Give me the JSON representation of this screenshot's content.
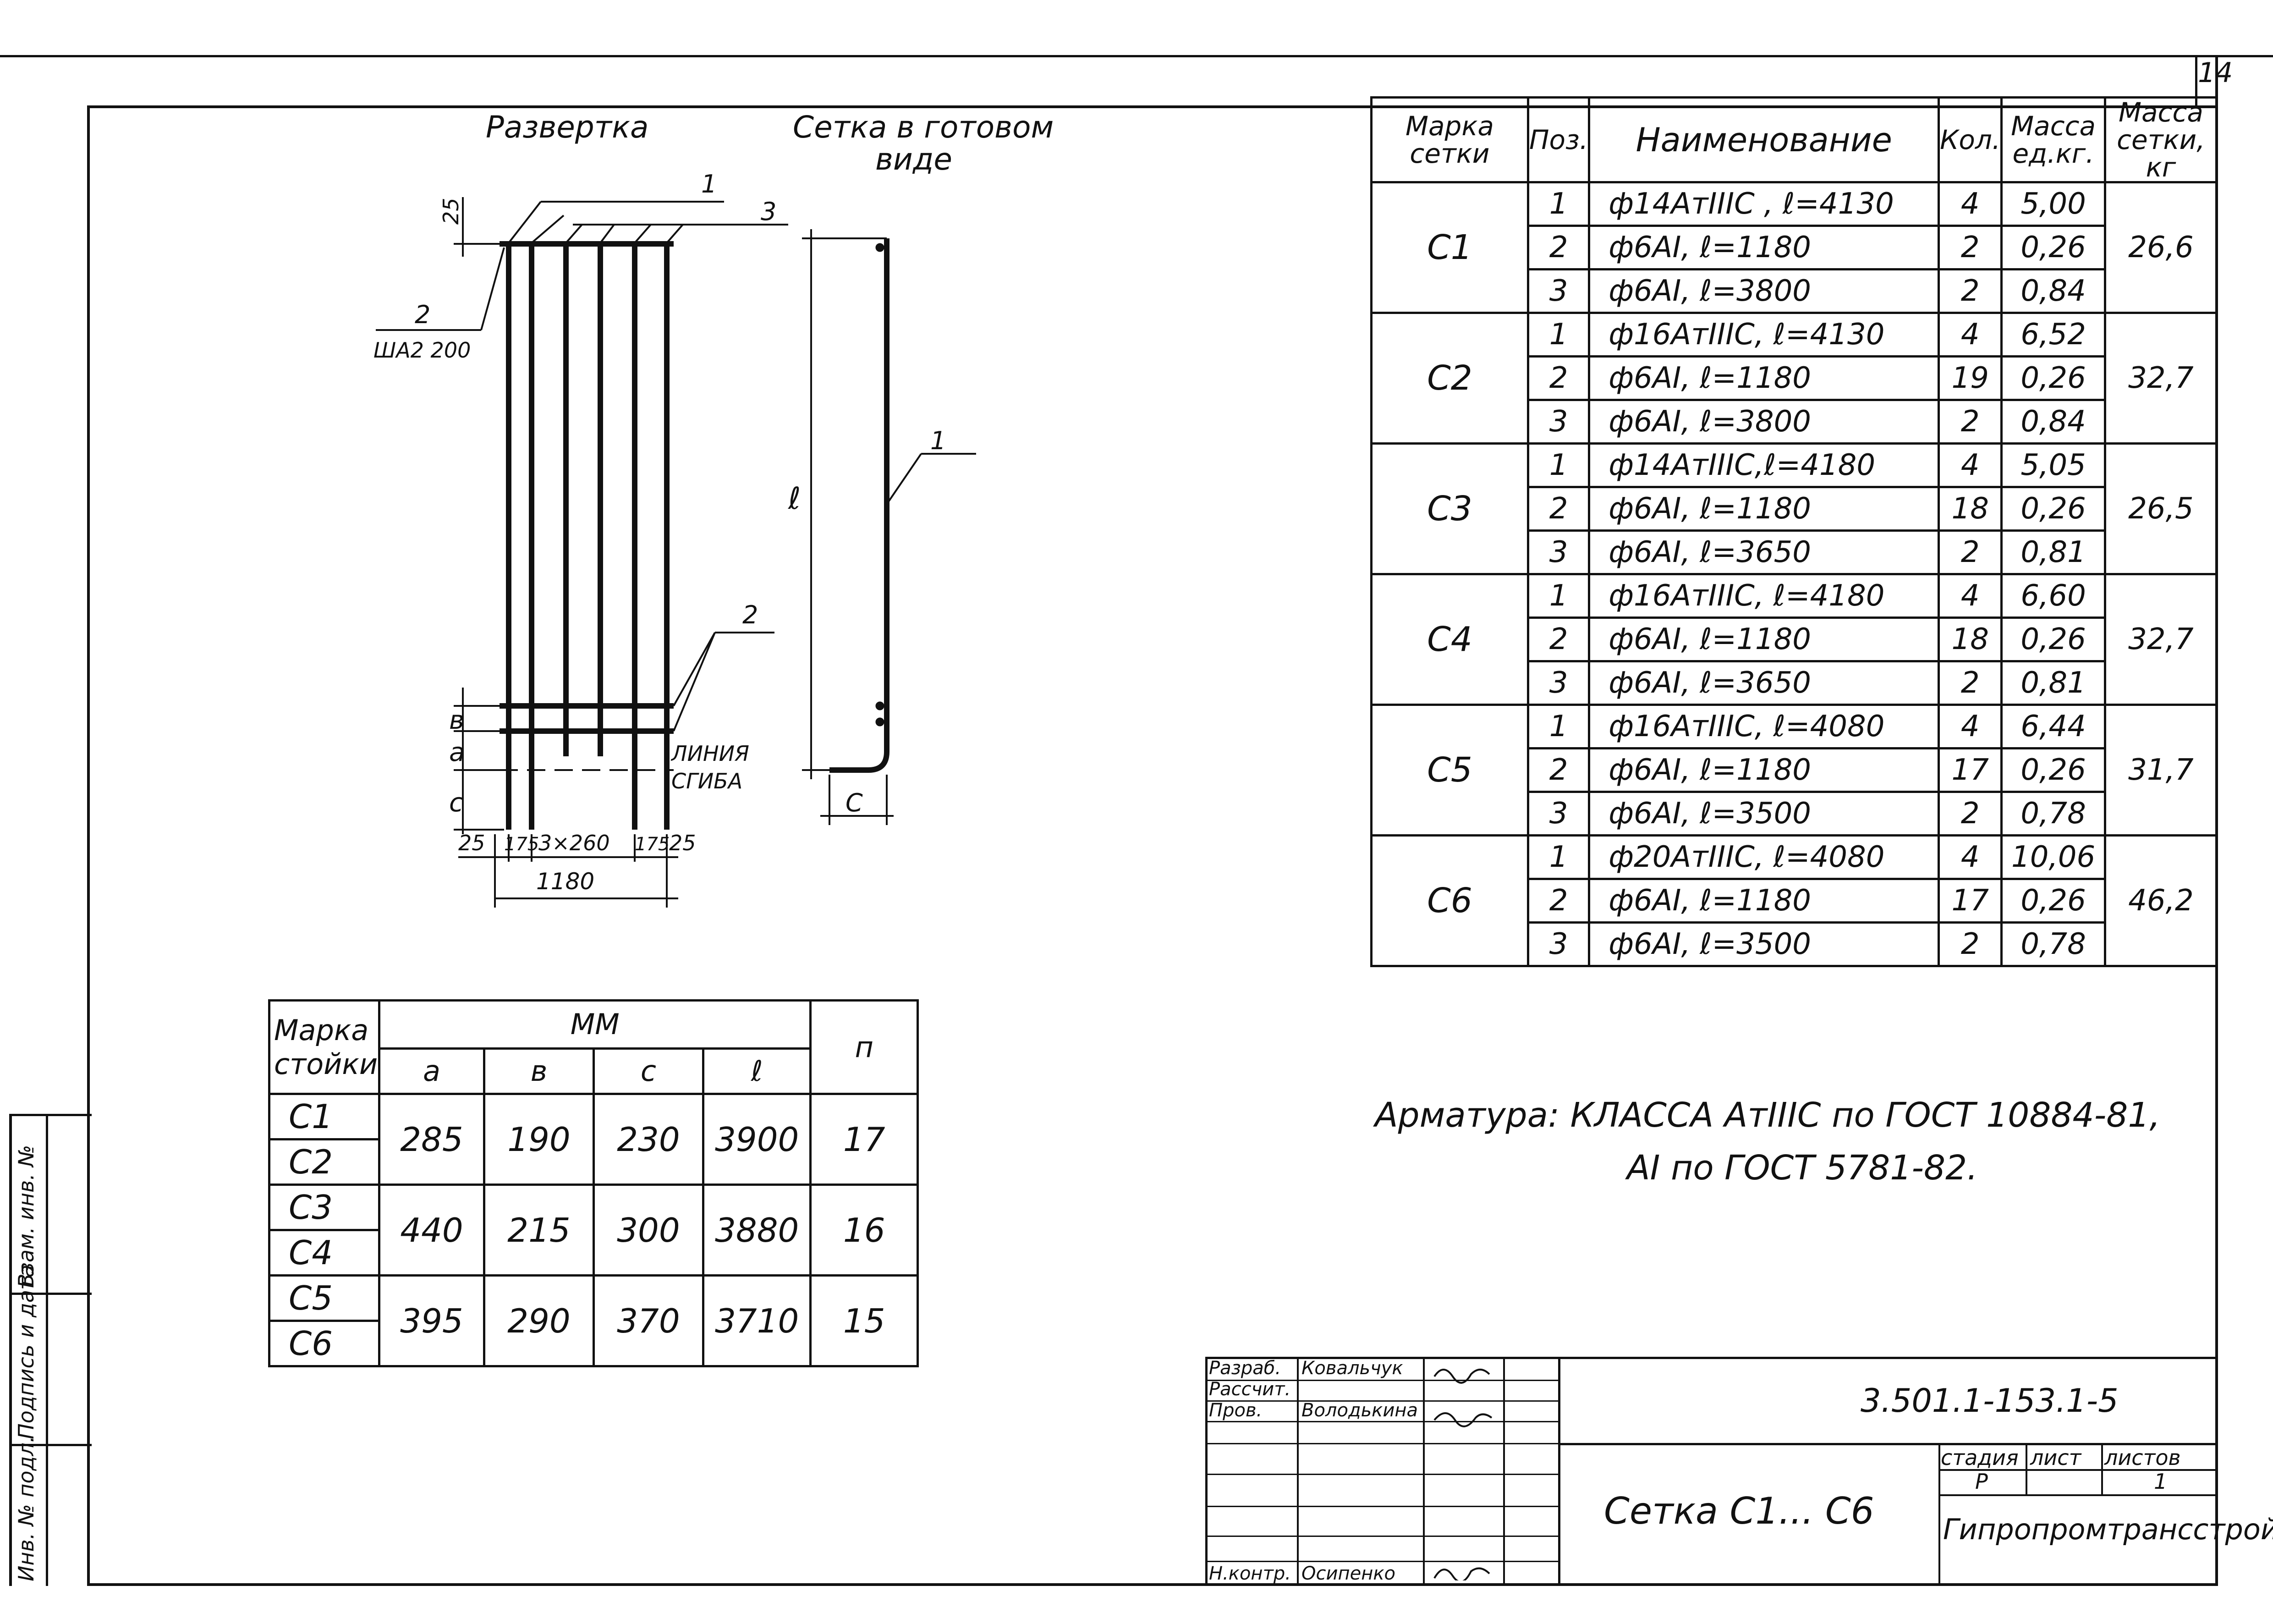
{
  "sheet": {
    "page_number": "14"
  },
  "drawing": {
    "razvertka_label": "Развертка",
    "setka_label_1": "Сетка в готовом",
    "setka_label_2": "виде",
    "callout_1": "1",
    "callout_2": "2",
    "callout_3": "3",
    "step_label": "ША2 200",
    "dim_25_top": "25",
    "dim_a": "а",
    "dim_b": "в",
    "dim_c": "с",
    "dim_l": "ℓ",
    "dim_C": "С",
    "bend_line_1": "ЛИНИЯ",
    "bend_line_2": "СГИБА",
    "dim_bottom_25a": "25",
    "dim_bottom_175a": "175",
    "dim_bottom_mid": "3×260",
    "dim_bottom_175b": "175",
    "dim_bottom_25b": "25",
    "dim_total": "1180"
  },
  "spec_table": {
    "headers": {
      "mark": "Марка сетки",
      "pos": "Поз.",
      "name": "Наименование",
      "qty": "Кол.",
      "mass_unit": "Масса ед.кг.",
      "mass_total": "Масса сетки, кг"
    },
    "groups": [
      {
        "mark": "С1",
        "total": "26,6",
        "rows": [
          {
            "pos": "1",
            "name": "ф14АтIIIС , ℓ=4130",
            "qty": "4",
            "mass": "5,00"
          },
          {
            "pos": "2",
            "name": "ф6АI,   ℓ=1180",
            "qty": "2",
            "mass": "0,26"
          },
          {
            "pos": "3",
            "name": "ф6АI,   ℓ=3800",
            "qty": "2",
            "mass": "0,84"
          }
        ]
      },
      {
        "mark": "С2",
        "total": "32,7",
        "rows": [
          {
            "pos": "1",
            "name": "ф16АтIIIС, ℓ=4130",
            "qty": "4",
            "mass": "6,52"
          },
          {
            "pos": "2",
            "name": "ф6АI,  ℓ=1180",
            "qty": "19",
            "mass": "0,26"
          },
          {
            "pos": "3",
            "name": "ф6АI,  ℓ=3800",
            "qty": "2",
            "mass": "0,84"
          }
        ]
      },
      {
        "mark": "С3",
        "total": "26,5",
        "rows": [
          {
            "pos": "1",
            "name": "ф14АтIIIС,ℓ=4180",
            "qty": "4",
            "mass": "5,05"
          },
          {
            "pos": "2",
            "name": "ф6АI,  ℓ=1180",
            "qty": "18",
            "mass": "0,26"
          },
          {
            "pos": "3",
            "name": "ф6АI,  ℓ=3650",
            "qty": "2",
            "mass": "0,81"
          }
        ]
      },
      {
        "mark": "С4",
        "total": "32,7",
        "rows": [
          {
            "pos": "1",
            "name": "ф16АтIIIС, ℓ=4180",
            "qty": "4",
            "mass": "6,60"
          },
          {
            "pos": "2",
            "name": "ф6АI,  ℓ=1180",
            "qty": "18",
            "mass": "0,26"
          },
          {
            "pos": "3",
            "name": "ф6АI,  ℓ=3650",
            "qty": "2",
            "mass": "0,81"
          }
        ]
      },
      {
        "mark": "С5",
        "total": "31,7",
        "rows": [
          {
            "pos": "1",
            "name": "ф16АтIIIС, ℓ=4080",
            "qty": "4",
            "mass": "6,44"
          },
          {
            "pos": "2",
            "name": "ф6АI,  ℓ=1180",
            "qty": "17",
            "mass": "0,26"
          },
          {
            "pos": "3",
            "name": "ф6АI,  ℓ=3500",
            "qty": "2",
            "mass": "0,78"
          }
        ]
      },
      {
        "mark": "С6",
        "total": "46,2",
        "rows": [
          {
            "pos": "1",
            "name": "ф20АтIIIС, ℓ=4080",
            "qty": "4",
            "mass": "10,06"
          },
          {
            "pos": "2",
            "name": "ф6АI,  ℓ=1180",
            "qty": "17",
            "mass": "0,26"
          },
          {
            "pos": "3",
            "name": "ф6АI,  ℓ=3500",
            "qty": "2",
            "mass": "0,78"
          }
        ]
      }
    ]
  },
  "dims_table": {
    "headers": {
      "mark_1": "Марка",
      "mark_2": "стойки",
      "mm": "ММ",
      "a": "а",
      "b": "в",
      "c": "с",
      "l": "ℓ",
      "n": "п"
    },
    "groups": [
      {
        "marks": [
          "С1",
          "С2"
        ],
        "a": "285",
        "b": "190",
        "c": "230",
        "l": "3900",
        "n": "17"
      },
      {
        "marks": [
          "С3",
          "С4"
        ],
        "a": "440",
        "b": "215",
        "c": "300",
        "l": "3880",
        "n": "16"
      },
      {
        "marks": [
          "С5",
          "С6"
        ],
        "a": "395",
        "b": "290",
        "c": "370",
        "l": "3710",
        "n": "15"
      }
    ]
  },
  "notes": {
    "line1": "Арматура: КЛАССА АтIIIС   по ГОСТ 10884-81,",
    "line2": "АI по ГОСТ 5781-82."
  },
  "title_block": {
    "razrab_label": "Разраб.",
    "razrab_name": "Ковальчук",
    "rasschit_label": "Рассчит.",
    "prov_label": "Пров.",
    "prov_name": "Володькина",
    "nkontr_label": "Н.контр.",
    "nkontr_name": "Осипенко",
    "doc_number": "3.501.1-153.1-5",
    "title": "Сетка С1... С6",
    "stage_label": "стадия",
    "sheet_label": "лист",
    "sheets_label": "листов",
    "stage": "Р",
    "sheets": "1",
    "org": "Гипропромтрансстрой"
  },
  "side_stamp": {
    "inv_podl": "Инв. № подл.",
    "podpis": "Подпись и дата",
    "vzam": "Взам. инв. №"
  }
}
